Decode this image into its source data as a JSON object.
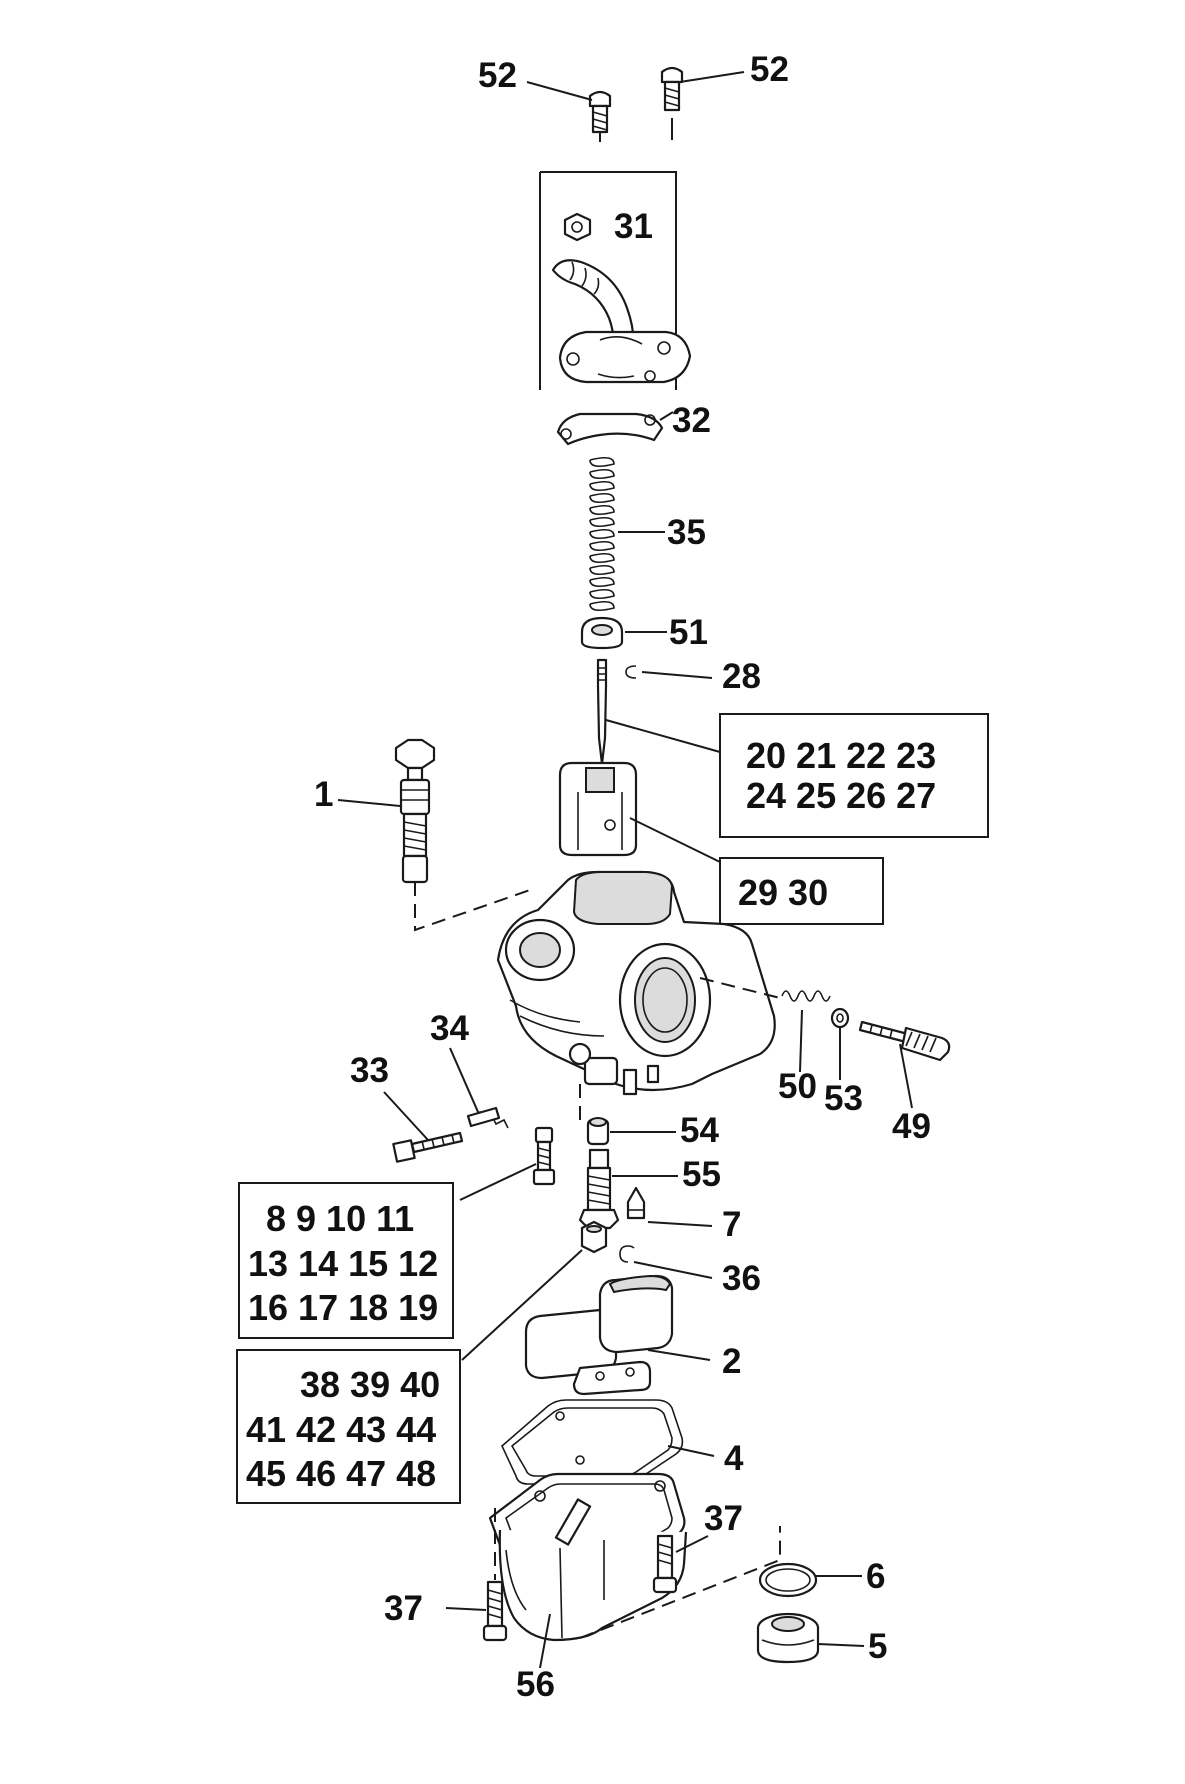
{
  "callouts": {
    "c52a": "52",
    "c52b": "52",
    "c31": "31",
    "c32": "32",
    "c35": "35",
    "c51": "51",
    "c28": "28",
    "c1": "1",
    "c34": "34",
    "c33": "33",
    "c50": "50",
    "c53": "53",
    "c49": "49",
    "c54": "54",
    "c55": "55",
    "c7": "7",
    "c36": "36",
    "c2": "2",
    "c4": "4",
    "c37a": "37",
    "c37b": "37",
    "c6": "6",
    "c5": "5",
    "c56": "56"
  },
  "boxes": {
    "needle": {
      "row1": "20 21 22 23",
      "row2": "24 25 26 27"
    },
    "slide": {
      "row1": "29  30"
    },
    "main_jet": {
      "row1": "8 9 10 11",
      "row2": "13 14 15 12",
      "row3": "16 17 18 19"
    },
    "pilot_jet": {
      "row1": "38 39 40",
      "row2": "41 42 43 44",
      "row3": "45 46 47 48"
    }
  }
}
